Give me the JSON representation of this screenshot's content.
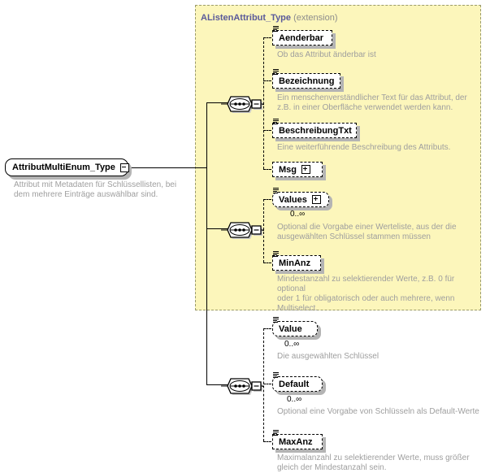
{
  "diagram": {
    "type": "xsd-schema-diagram",
    "root": {
      "name": "AttributMultiEnum_Type",
      "expander": "minus",
      "doc": "Attribut mit Metadaten für Schlüssellisten, bei dem mehrere Einträge auswählbar sind."
    },
    "extension": {
      "title": "AListenAttribut_Type",
      "kind": "(extension)"
    },
    "compositors": [
      {
        "name": "sequence-compositor-1",
        "symbol": "sequence",
        "expander": "minus"
      },
      {
        "name": "sequence-compositor-2",
        "symbol": "sequence",
        "expander": "minus"
      },
      {
        "name": "sequence-compositor-3",
        "symbol": "sequence",
        "expander": "minus"
      }
    ],
    "elements": [
      {
        "label": "Aenderbar",
        "expander": null,
        "cardinality": null,
        "doc": "Ob das Attribut änderbar ist",
        "group": "extension"
      },
      {
        "label": "Bezeichnung",
        "expander": null,
        "cardinality": null,
        "doc": "Ein menschenverständlicher Text für das Attribut, der\nz.B. in einer Oberfläche verwendet werden kann.",
        "group": "extension"
      },
      {
        "label": "BeschreibungTxt",
        "expander": null,
        "cardinality": null,
        "doc": "Eine weiterführende Beschreibung des Attributs.",
        "group": "extension"
      },
      {
        "label": "Msg",
        "expander": "plus",
        "cardinality": null,
        "doc": null,
        "group": "extension"
      },
      {
        "label": "Values",
        "expander": "plus",
        "cardinality": "0..∞",
        "doc": "Optional die Vorgabe einer Werteliste, aus der die\nausgewählten Schlüssel stammen müssen",
        "group": "extension"
      },
      {
        "label": "MinAnz",
        "expander": null,
        "cardinality": null,
        "doc": "Mindestanzahl zu selektierender Werte, z.B. 0 für optional\noder 1 für obligatorisch oder auch mehrere, wenn\nMultiselect.",
        "group": "extension"
      },
      {
        "label": "Value",
        "expander": null,
        "cardinality": "0..∞",
        "doc": "Die ausgewählten Schlüssel",
        "group": "own"
      },
      {
        "label": "Default",
        "expander": null,
        "cardinality": "0..∞",
        "doc": "Optional eine Vorgabe von Schlüsseln als Default-Werte",
        "group": "own"
      },
      {
        "label": "MaxAnz",
        "expander": null,
        "cardinality": null,
        "doc": "Maximalanzahl zu selektierender Werte, muss größer\ngleich der Mindestanzahl sein.",
        "group": "own"
      }
    ],
    "colors": {
      "extension_fill": "#fcf6bb",
      "extension_border": "#9a9a6a",
      "extension_title": "#5a5a9a",
      "doc_text": "#9e9e9e",
      "box_border": "#000000",
      "shadow": "#b4b4b4"
    }
  }
}
